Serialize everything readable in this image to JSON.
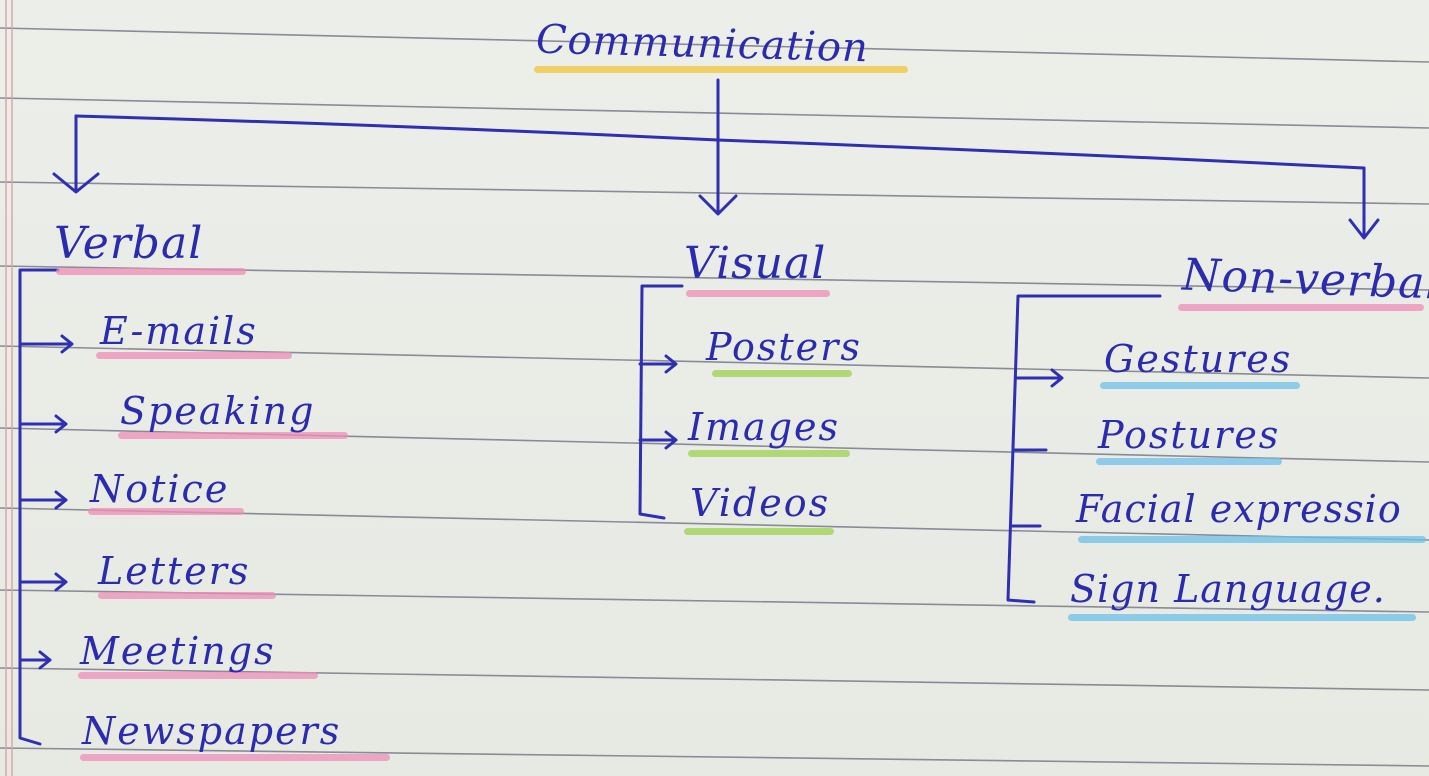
{
  "root": {
    "label": "Communication",
    "highlight": "#f1c63a"
  },
  "branches": [
    {
      "label": "Verbal",
      "highlight": "#ee8db7",
      "items": [
        "E-mails",
        "Speaking",
        "Notice",
        "Letters",
        "Meetings",
        "Newspapers"
      ]
    },
    {
      "label": "Visual",
      "highlight": "#ee8db7",
      "items_highlight": "#9dd14e",
      "items": [
        "Posters",
        "Images",
        "Videos"
      ]
    },
    {
      "label": "Non-verbal",
      "highlight": "#ee8db7",
      "items_highlight": "#6ec0e8",
      "items": [
        "Gestures",
        "Postures",
        "Facial expressio",
        "Sign Language."
      ]
    }
  ],
  "colors": {
    "ink": "#2e2fb2",
    "paper": "#eceee9",
    "rule": "#7f8190",
    "margin": "#d9a3a3"
  }
}
